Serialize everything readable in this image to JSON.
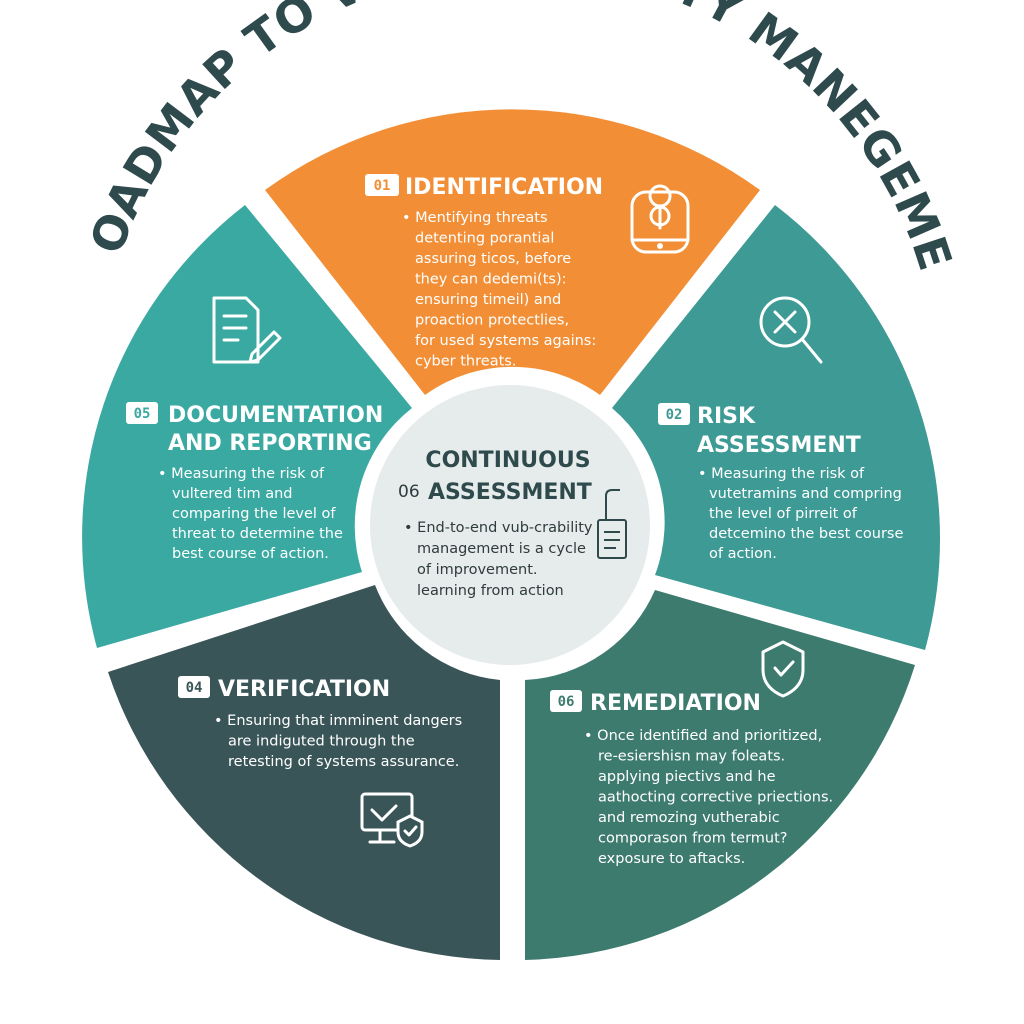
{
  "title": "A ROADMAP TO VULNERABILITY MANEGEMENT",
  "colors": {
    "identification": "#f28f36",
    "risk_assessment": "#3e9a95",
    "remediation": "#3d7b6f",
    "verification": "#3a5558",
    "documentation": "#3aa9a2",
    "center_fill": "#e6ebeb",
    "title": "#2f4a4c"
  },
  "segments": {
    "identification": {
      "number": "01",
      "title": "IDENTIFICATION",
      "icon": "person-pin-icon",
      "body": [
        "• Mentifying threats",
        "detenting porantial",
        "assuring ticos, before",
        "they can dedemi(ts):",
        "ensuring timeil) and",
        "proaction protectlies,",
        "for used systems agains:",
        "cyber threats."
      ]
    },
    "risk_assessment": {
      "number": "02",
      "title_line1": "RISK",
      "title_line2": "ASSESSMENT",
      "icon": "magnifier-x-icon",
      "body": [
        "• Measuring the risk of",
        "vutetramins and compring",
        "the level of pirreit of",
        "detcemino the best course",
        "of action."
      ]
    },
    "remediation": {
      "number": "06",
      "title": "REMEDIATION",
      "icon": "shield-check-icon",
      "body": [
        "• Once identified and prioritized,",
        "re-esiershisn may foleats.",
        "applying piectivs and he",
        "aathocting corrective priections.",
        "and remozing vutherabic",
        "comporason from termut?",
        "exposure to aftacks."
      ]
    },
    "verification": {
      "number": "04",
      "title": "VERIFICATION",
      "icon": "monitor-shield-icon",
      "body": [
        "• Ensuring that imminent dangers",
        "are indiguted through the",
        "retesting of systems assurance."
      ]
    },
    "documentation": {
      "number": "05",
      "title_line1": "DOCUMENTATION",
      "title_line2": "AND REPORTING",
      "icon": "document-pen-icon",
      "body": [
        "• Measuring the risk of",
        "vultered tim and",
        "comparing the level of",
        "threat to determine the",
        "best course of action."
      ]
    }
  },
  "center": {
    "title_line1": "CONTINUOUS",
    "number": "06",
    "title_line2": "ASSESSMENT",
    "icon": "clipboard-report-icon",
    "body": [
      "• End-to-end vub-crability",
      "management is a cycle",
      "of improvement.",
      "learning from action"
    ]
  }
}
